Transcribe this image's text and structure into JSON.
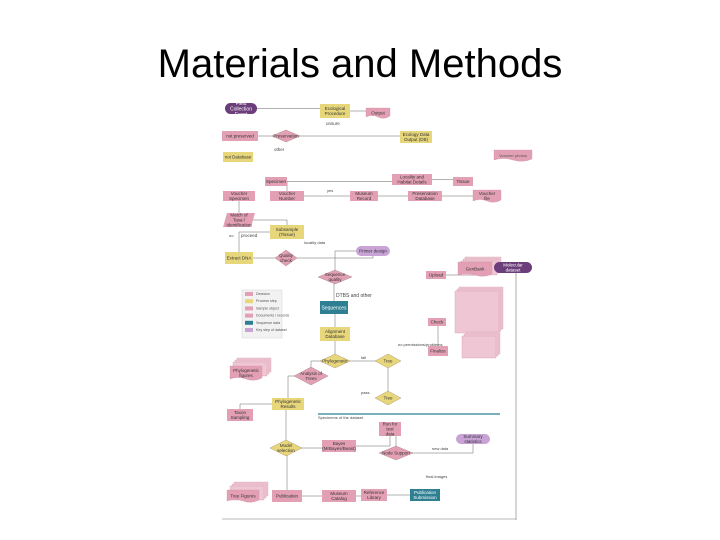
{
  "slide": {
    "title": "Materials and Methods"
  },
  "diagram": {
    "nodes": [
      {
        "id": "start",
        "text": "Field Collection Event",
        "shape": "pill",
        "color": "#6b3d7a",
        "tc": "#ffffff",
        "fs": 5
      },
      {
        "id": "ecology",
        "text": "Ecological Procedure",
        "shape": "rect",
        "color": "#e8d77a",
        "tc": "#333333",
        "fs": 4.5
      },
      {
        "id": "out1",
        "text": "Output",
        "shape": "doc",
        "color": "#e3a0b5",
        "tc": "#333333",
        "fs": 4.5
      },
      {
        "id": "pn-dec",
        "text": "Preservation",
        "shape": "diamond",
        "color": "#e3a0b5",
        "tc": "#333333",
        "fs": 4.5
      },
      {
        "id": "pn-left",
        "text": "not preserved",
        "shape": "rect",
        "color": "#e3a0b5",
        "tc": "#333333",
        "fs": 4.5
      },
      {
        "id": "ecol-db",
        "text": "Ecology Data Output (DB)",
        "shape": "rect",
        "color": "#e8d77a",
        "tc": "#333333",
        "fs": 4.5
      },
      {
        "id": "pn-label",
        "text": "not Database",
        "shape": "rect",
        "color": "#e8d77a",
        "tc": "#333333",
        "fs": 4.5
      },
      {
        "id": "top-right-doc",
        "text": "Voucher photos",
        "shape": "doc",
        "color": "#e3a0b5",
        "tc": "#555555",
        "fs": 4
      },
      {
        "id": "specimen",
        "text": "Specimen",
        "shape": "rect",
        "color": "#e3a0b5",
        "tc": "#333333",
        "fs": 4.5
      },
      {
        "id": "locality",
        "text": "Locality and Habitat Details",
        "shape": "rect",
        "color": "#e3a0b5",
        "tc": "#333333",
        "fs": 4.5
      },
      {
        "id": "tissue",
        "text": "Tissue",
        "shape": "rect",
        "color": "#e3a0b5",
        "tc": "#333333",
        "fs": 4.5
      },
      {
        "id": "voucher",
        "text": "Voucher Specimen",
        "shape": "rect",
        "color": "#e3a0b5",
        "tc": "#333333",
        "fs": 4.5
      },
      {
        "id": "voucher-num",
        "text": "Voucher Number",
        "shape": "rect",
        "color": "#e3a0b5",
        "tc": "#333333",
        "fs": 4.5
      },
      {
        "id": "museum",
        "text": "Museum Record",
        "shape": "rect",
        "color": "#e3a0b5",
        "tc": "#333333",
        "fs": 4.5
      },
      {
        "id": "preserve-db",
        "text": "Preservation Database",
        "shape": "rect",
        "color": "#e3a0b5",
        "tc": "#333333",
        "fs": 4.5
      },
      {
        "id": "file",
        "text": "Voucher file",
        "shape": "doc",
        "color": "#e3a0b5",
        "tc": "#333333",
        "fs": 4.5
      },
      {
        "id": "ident",
        "text": "Match of Taxa / Identification",
        "shape": "diamond-ish",
        "color": "#e3a0b5",
        "tc": "#333333",
        "fs": 4.5
      },
      {
        "id": "subsample",
        "text": "Subsample (Tissue)",
        "shape": "rect",
        "color": "#e8d77a",
        "tc": "#333333",
        "fs": 4.5
      },
      {
        "id": "extract",
        "text": "Extract DNA",
        "shape": "rect",
        "color": "#e8d77a",
        "tc": "#333333",
        "fs": 4.5
      },
      {
        "id": "quant",
        "text": "Quality check",
        "shape": "diamond",
        "color": "#e3a0b5",
        "tc": "#333333",
        "fs": 4.5
      },
      {
        "id": "pcr",
        "text": "Primer design",
        "shape": "pill",
        "color": "#c9a2d6",
        "tc": "#333333",
        "fs": 4.5
      },
      {
        "id": "seq-dec",
        "text": "Sequence quality",
        "shape": "diamond",
        "color": "#e3a0b5",
        "tc": "#333333",
        "fs": 4.5
      },
      {
        "id": "process",
        "text": "Sequences",
        "shape": "rect",
        "color": "#2f7f93",
        "tc": "#ffffff",
        "fs": 5
      },
      {
        "id": "align",
        "text": "Alignment Database",
        "shape": "rect",
        "color": "#e8d77a",
        "tc": "#333333",
        "fs": 4.5
      },
      {
        "id": "gbr",
        "text": "GenBank",
        "shape": "doc",
        "color": "#e3a0b5",
        "tc": "#333333",
        "fs": 4.5
      },
      {
        "id": "upload",
        "text": "Upload",
        "shape": "rect",
        "color": "#e3a0b5",
        "tc": "#333333",
        "fs": 4.5
      },
      {
        "id": "mol",
        "text": "Molecular dataset",
        "shape": "pill",
        "color": "#6b3d7a",
        "tc": "#ffffff",
        "fs": 4.5
      },
      {
        "id": "check",
        "text": "Check",
        "shape": "rect",
        "color": "#e3a0b5",
        "tc": "#333333",
        "fs": 4.5
      },
      {
        "id": "finalize",
        "text": "Finalize",
        "shape": "rect",
        "color": "#e3a0b5",
        "tc": "#333333",
        "fs": 4.5
      },
      {
        "id": "phylo-dec",
        "text": "Phylogenetic",
        "shape": "diamond",
        "color": "#e8d77a",
        "tc": "#333333",
        "fs": 4.5
      },
      {
        "id": "tree-a",
        "text": "Tree",
        "shape": "diamond",
        "color": "#e8d77a",
        "tc": "#333333",
        "fs": 4.5
      },
      {
        "id": "tree-b",
        "text": "Tree",
        "shape": "diamond",
        "color": "#e8d77a",
        "tc": "#333333",
        "fs": 4.5
      },
      {
        "id": "fig-doc",
        "text": "Phylogenetic figures",
        "shape": "doc",
        "color": "#e3a0b5",
        "tc": "#333333",
        "fs": 4.5
      },
      {
        "id": "analysis",
        "text": "Analysis of Trees",
        "shape": "diamond",
        "color": "#e3a0b5",
        "tc": "#333333",
        "fs": 4.5
      },
      {
        "id": "phylo-res",
        "text": "Phylogenetic Results",
        "shape": "rect",
        "color": "#e8d77a",
        "tc": "#333333",
        "fs": 4.5
      },
      {
        "id": "taxon",
        "text": "Taxon Sampling",
        "shape": "rect",
        "color": "#e3a0b5",
        "tc": "#333333",
        "fs": 4.5
      },
      {
        "id": "mol-dec",
        "text": "Model selection",
        "shape": "diamond",
        "color": "#e8d77a",
        "tc": "#333333",
        "fs": 4.5
      },
      {
        "id": "bayes",
        "text": "Bayes (MrBayes/Beast)",
        "shape": "rect",
        "color": "#e3a0b5",
        "tc": "#333333",
        "fs": 4.5
      },
      {
        "id": "ml",
        "text": "Run for test data",
        "shape": "rect",
        "color": "#e3a0b5",
        "tc": "#333333",
        "fs": 4.5
      },
      {
        "id": "support",
        "text": "Node Support",
        "shape": "diamond",
        "color": "#e3a0b5",
        "tc": "#333333",
        "fs": 4.5
      },
      {
        "id": "summary",
        "text": "Summary statistics",
        "shape": "pill",
        "color": "#c9a2d6",
        "tc": "#333333",
        "fs": 4.5
      },
      {
        "id": "doc-bl",
        "text": "Tree Figures",
        "shape": "doc",
        "color": "#e3a0b5",
        "tc": "#333333",
        "fs": 4.5
      },
      {
        "id": "final-pub",
        "text": "Publication",
        "shape": "rect",
        "color": "#e3a0b5",
        "tc": "#333333",
        "fs": 4.5
      },
      {
        "id": "final-b",
        "text": "Museum Catalog",
        "shape": "rect",
        "color": "#e3a0b5",
        "tc": "#333333",
        "fs": 4.5
      },
      {
        "id": "final-c",
        "text": "Reference Library",
        "shape": "rect",
        "color": "#e3a0b5",
        "tc": "#333333",
        "fs": 4.5
      },
      {
        "id": "final-d",
        "text": "Publication Submission",
        "shape": "rect",
        "color": "#2f7f93",
        "tc": "#ffffff",
        "fs": 4.5
      }
    ],
    "labels": [
      {
        "text": "unsure",
        "fs": 4.5
      },
      {
        "text": "other",
        "fs": 4.5
      },
      {
        "text": "locality data",
        "fs": 4
      },
      {
        "text": "yes",
        "fs": 4
      },
      {
        "text": "no",
        "fs": 4
      },
      {
        "text": "proceed",
        "fs": 4.5
      },
      {
        "text": "DTBS and other",
        "fs": 5
      },
      {
        "text": "no permissions/problems",
        "fs": 4
      },
      {
        "text": "fail",
        "fs": 4
      },
      {
        "text": "pass",
        "fs": 4
      },
      {
        "text": "Specimens of the dataset",
        "fs": 4
      },
      {
        "text": "new data",
        "fs": 4
      },
      {
        "text": "final images",
        "fs": 4
      }
    ],
    "legend": [
      {
        "text": "Decision",
        "color": "#e3a0b5"
      },
      {
        "text": "Process step",
        "color": "#e8d77a"
      },
      {
        "text": "Sample object",
        "color": "#e3a0b5"
      },
      {
        "text": "Documents / records",
        "color": "#e3a0b5"
      },
      {
        "text": "Sequence data",
        "color": "#2f7f93"
      },
      {
        "text": "Key step of dataset",
        "color": "#c9a2d6"
      }
    ]
  }
}
